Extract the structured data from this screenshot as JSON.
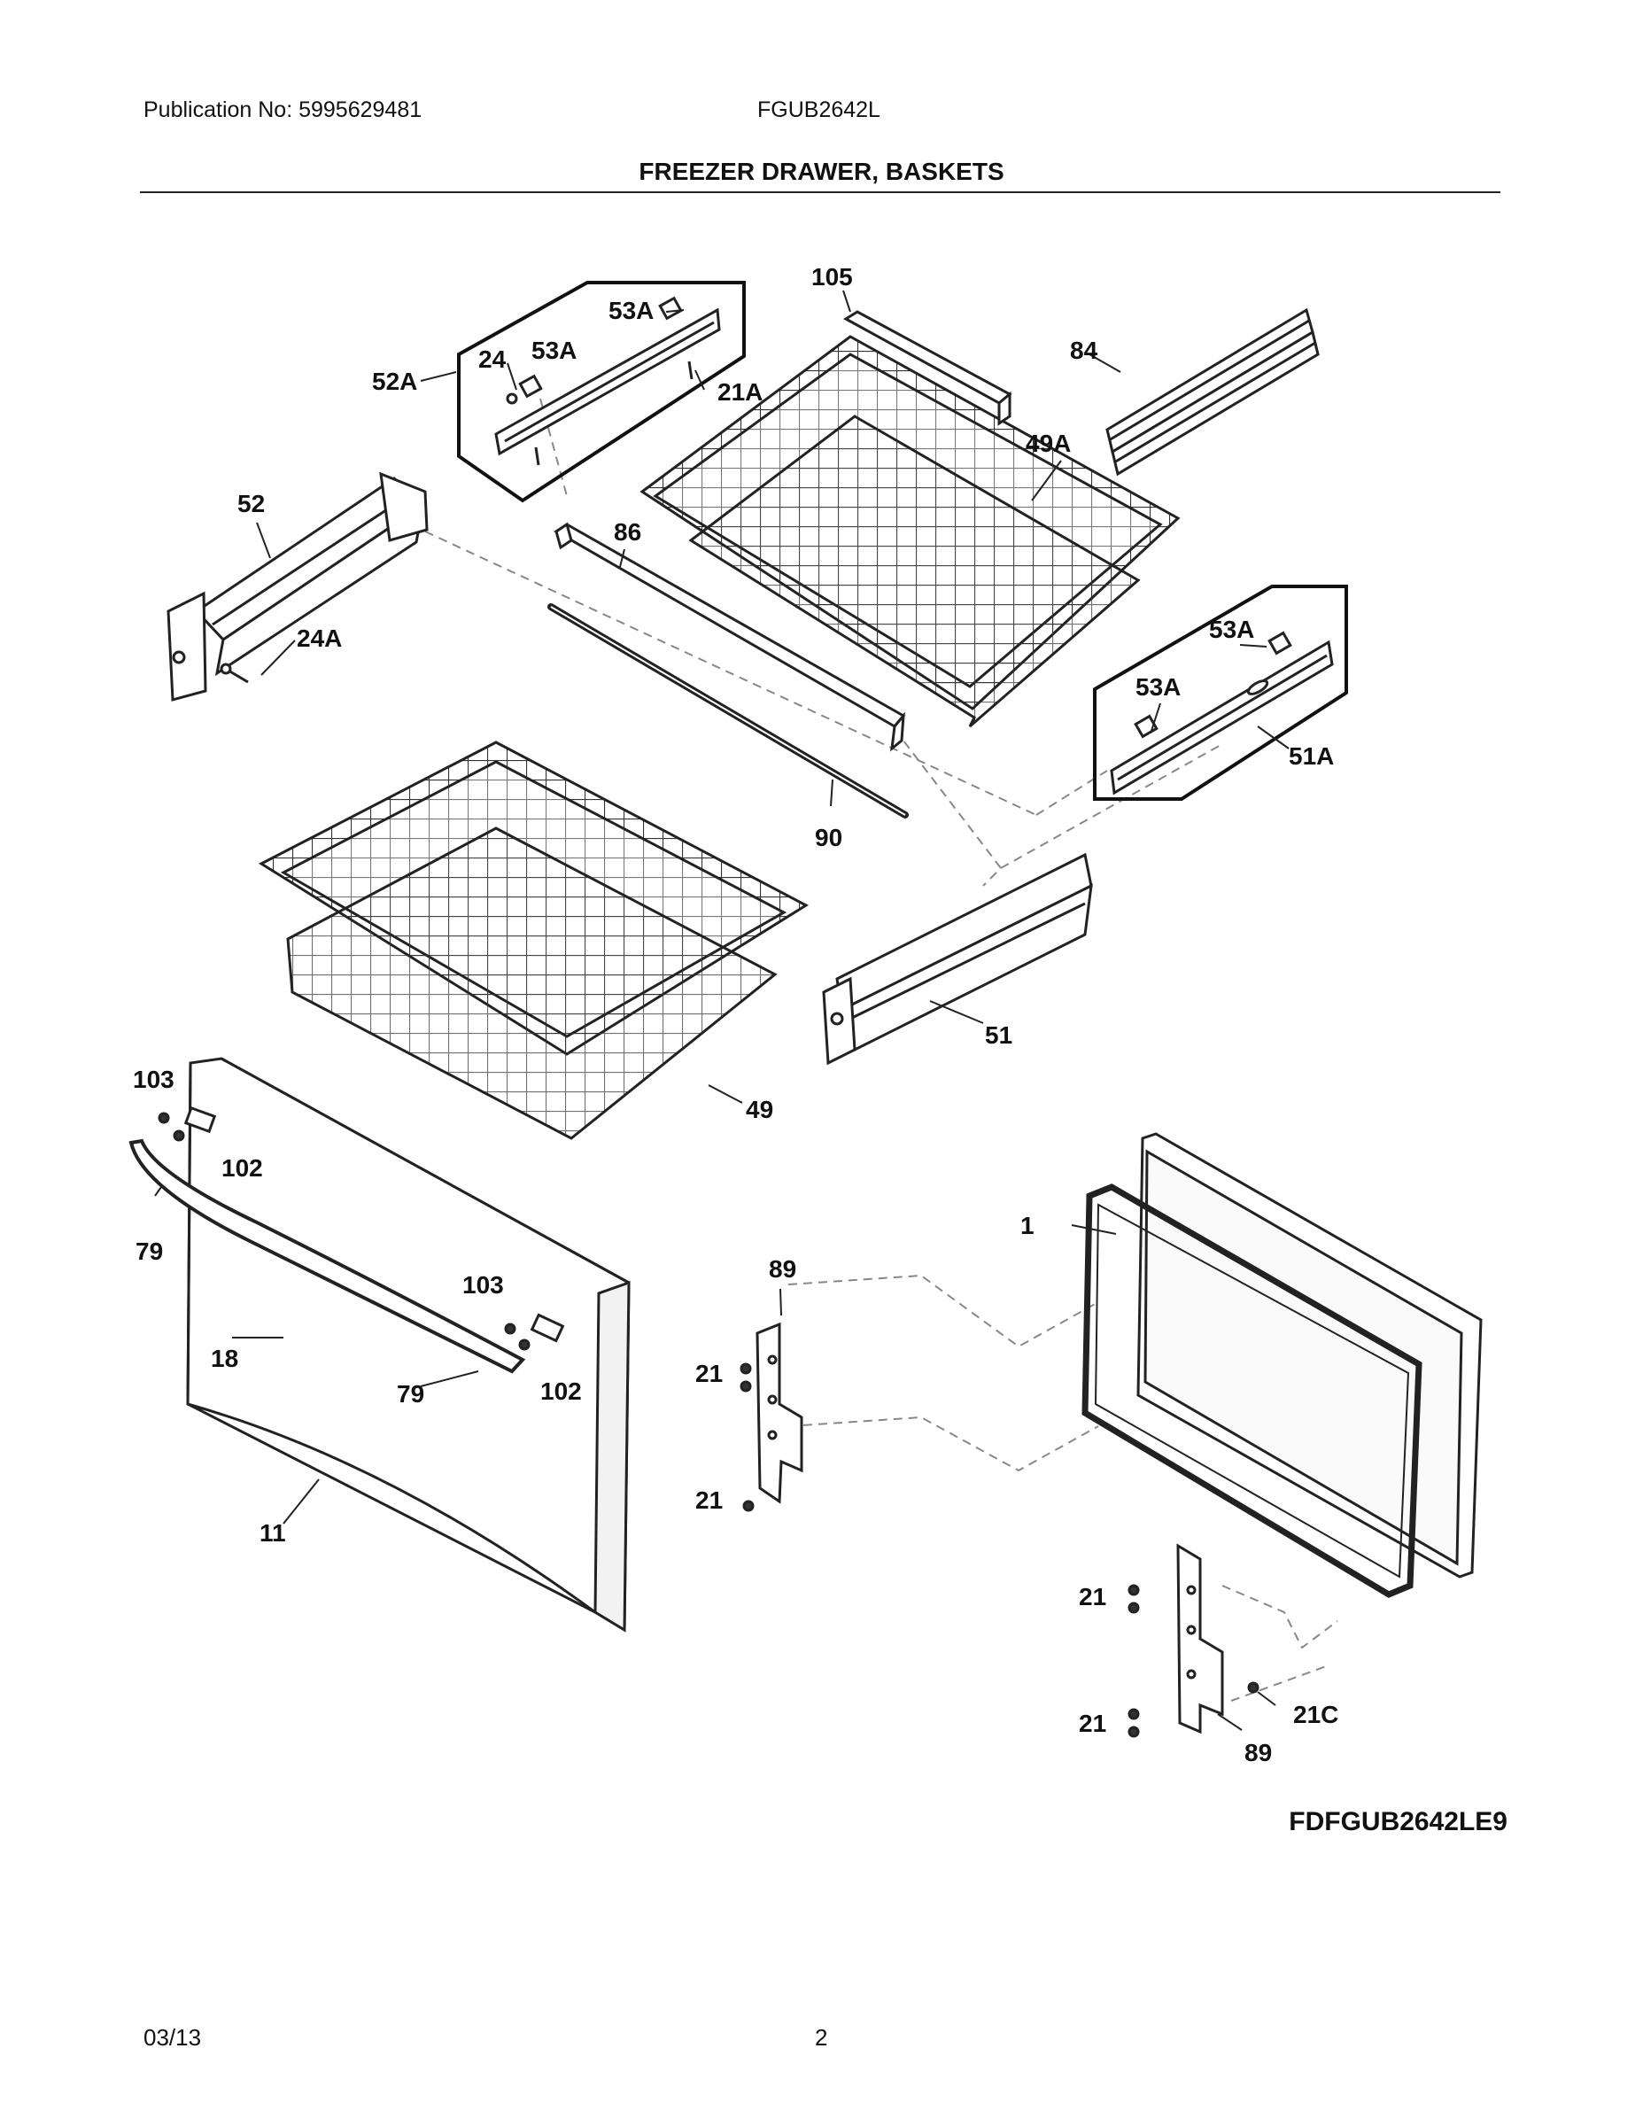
{
  "header": {
    "publication": "Publication No: 5995629481",
    "model": "FGUB2642L",
    "title": "FREEZER DRAWER, BASKETS"
  },
  "diagram_code": "FDFGUB2642LE9",
  "footer": {
    "date": "03/13",
    "page_number": "2"
  },
  "callouts": {
    "p105": "105",
    "p84": "84",
    "p53A_1": "53A",
    "p53A_2": "53A",
    "p24": "24",
    "p52A": "52A",
    "p21A": "21A",
    "p49A": "49A",
    "p52": "52",
    "p86": "86",
    "p24A": "24A",
    "p53A_3": "53A",
    "p53A_4": "53A",
    "p51A": "51A",
    "p90": "90",
    "p51": "51",
    "p103_1": "103",
    "p102_1": "102",
    "p49": "49",
    "p79_1": "79",
    "p1": "1",
    "p89_1": "89",
    "p103_2": "103",
    "p18": "18",
    "p79_2": "79",
    "p102_2": "102",
    "p21_1": "21",
    "p21_2": "21",
    "p11": "11",
    "p21_3": "21",
    "p21C": "21C",
    "p21_4": "21",
    "p89_2": "89"
  }
}
